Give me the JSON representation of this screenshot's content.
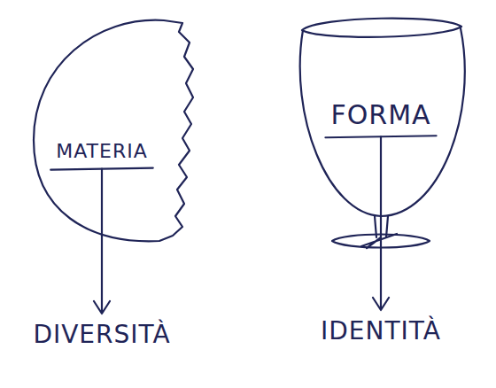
{
  "diagram": {
    "nodes": [
      {
        "text": [
          "MATERIA"
        ]
      },
      {
        "text": [
          "FORMA"
        ]
      },
      {
        "text": [
          "DIVERSITÀ"
        ]
      },
      {
        "text": [
          "IDENTITÀ"
        ]
      }
    ],
    "edges": [
      {
        "from": 0,
        "to": 2,
        "arrow": "to"
      },
      {
        "from": 1,
        "to": 3,
        "arrow": "to"
      }
    ]
  }
}
